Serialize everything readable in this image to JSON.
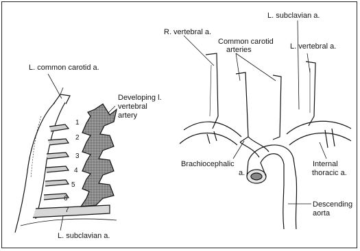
{
  "left_figure": {
    "labels": {
      "common_carotid": "L. common carotid a.",
      "developing_vertebral_1": "Developing l.",
      "developing_vertebral_2": "vertebral",
      "developing_vertebral_3": "artery",
      "subclavian": "L. subclavian a."
    },
    "segment_numbers": [
      "1",
      "2",
      "3",
      "4",
      "5",
      "6",
      "7"
    ]
  },
  "right_figure": {
    "labels": {
      "l_subclavian": "L. subclavian a.",
      "r_vertebral": "R. vertebral a.",
      "common_carotid_1": "Common carotid",
      "common_carotid_2": "arteries",
      "l_vertebral": "L. vertebral a.",
      "brachiocephalic_1": "Brachiocephalic",
      "brachiocephalic_2": "a.",
      "internal_thoracic_1": "Internal",
      "internal_thoracic_2": "thoracic a.",
      "descending_aorta_1": "Descending",
      "descending_aorta_2": "aorta"
    }
  }
}
